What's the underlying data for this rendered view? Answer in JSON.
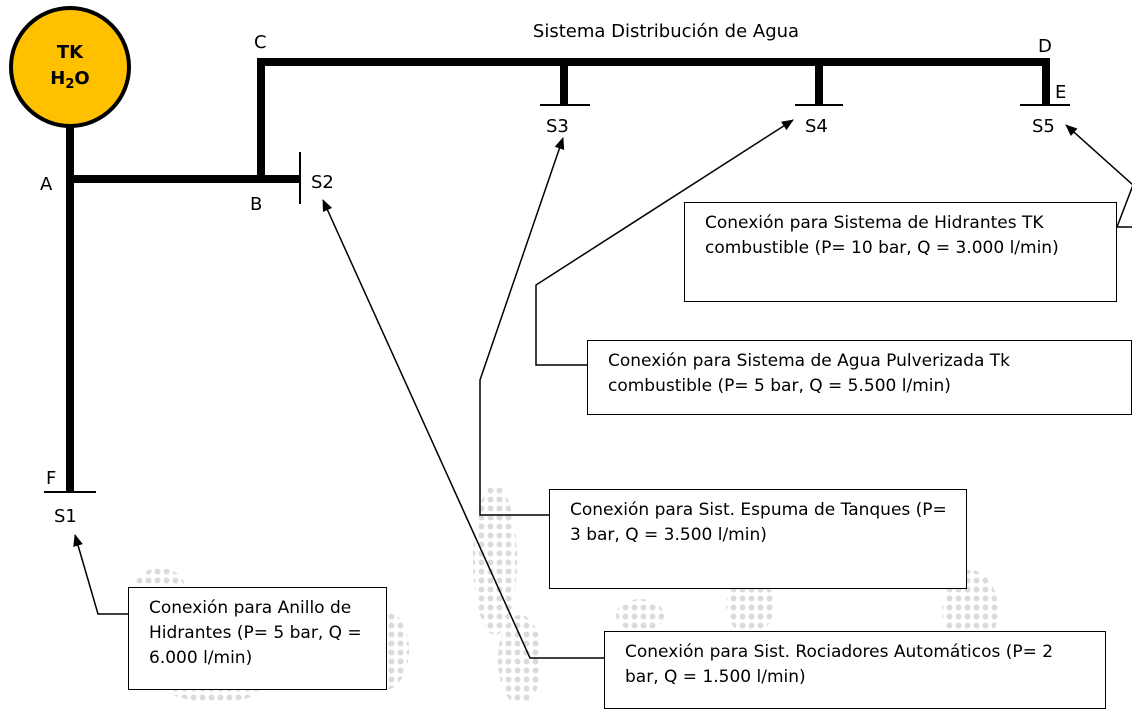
{
  "title": "Sistema Distribución de Agua",
  "tank": {
    "line1": "TK",
    "line2_main": "H",
    "line2_sub": "2",
    "line2_end": "O",
    "fill_color": "#FFC000"
  },
  "nodes": {
    "A": "A",
    "B": "B",
    "C": "C",
    "D": "D",
    "E": "E",
    "F": "F"
  },
  "outlets": {
    "S1": "S1",
    "S2": "S2",
    "S3": "S3",
    "S4": "S4",
    "S5": "S5"
  },
  "callouts": {
    "s1": "Conexión para Anillo de Hidrantes (P= 5 bar, Q = 6.000 l/min)",
    "s2": "Conexión para Sist. Rociadores Automáticos (P= 2 bar, Q = 1.500 l/min)",
    "s3": "Conexión para Sist. Espuma de Tanques (P= 3 bar, Q = 3.500 l/min)",
    "s4": "Conexión para Sistema de Agua Pulverizada Tk combustible (P= 5 bar, Q = 5.500 l/min)",
    "s5": "Conexión para Sistema de Hidrantes TK combustible (P= 10 bar, Q = 3.000 l/min)"
  },
  "colors": {
    "pipe": "#000000",
    "watermark": "#c8c8c8"
  }
}
